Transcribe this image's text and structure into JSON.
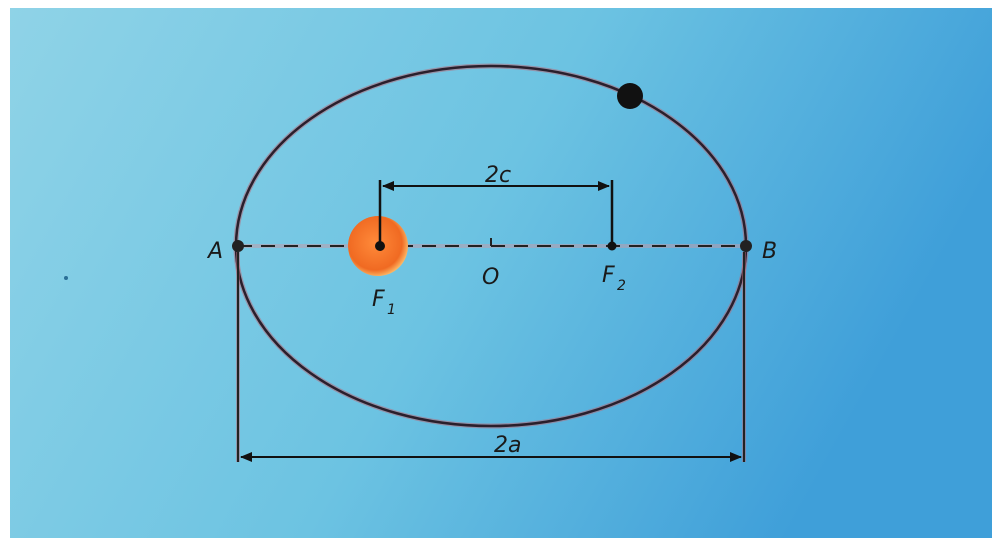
{
  "labels": {
    "point_a": "A",
    "point_b": "B",
    "center": "O",
    "focus_1_letter": "F",
    "focus_1_sub": "1",
    "focus_2_letter": "F",
    "focus_2_sub": "2",
    "focal_distance": "2c",
    "major_axis": "2a"
  },
  "colors": {
    "background_light": "#8cd2e6",
    "background_mid": "#5ebcde",
    "background_dark": "#3d9fd8",
    "orbit": "#3a2a3a",
    "orbit_tint": "#b06070",
    "sun_core": "#f07a2a",
    "sun_glow": "#ffd27a",
    "planet": "#111111",
    "dimension_line": "#111111"
  },
  "icons": {
    "sun": "sun-icon",
    "planet": "planet-icon"
  }
}
